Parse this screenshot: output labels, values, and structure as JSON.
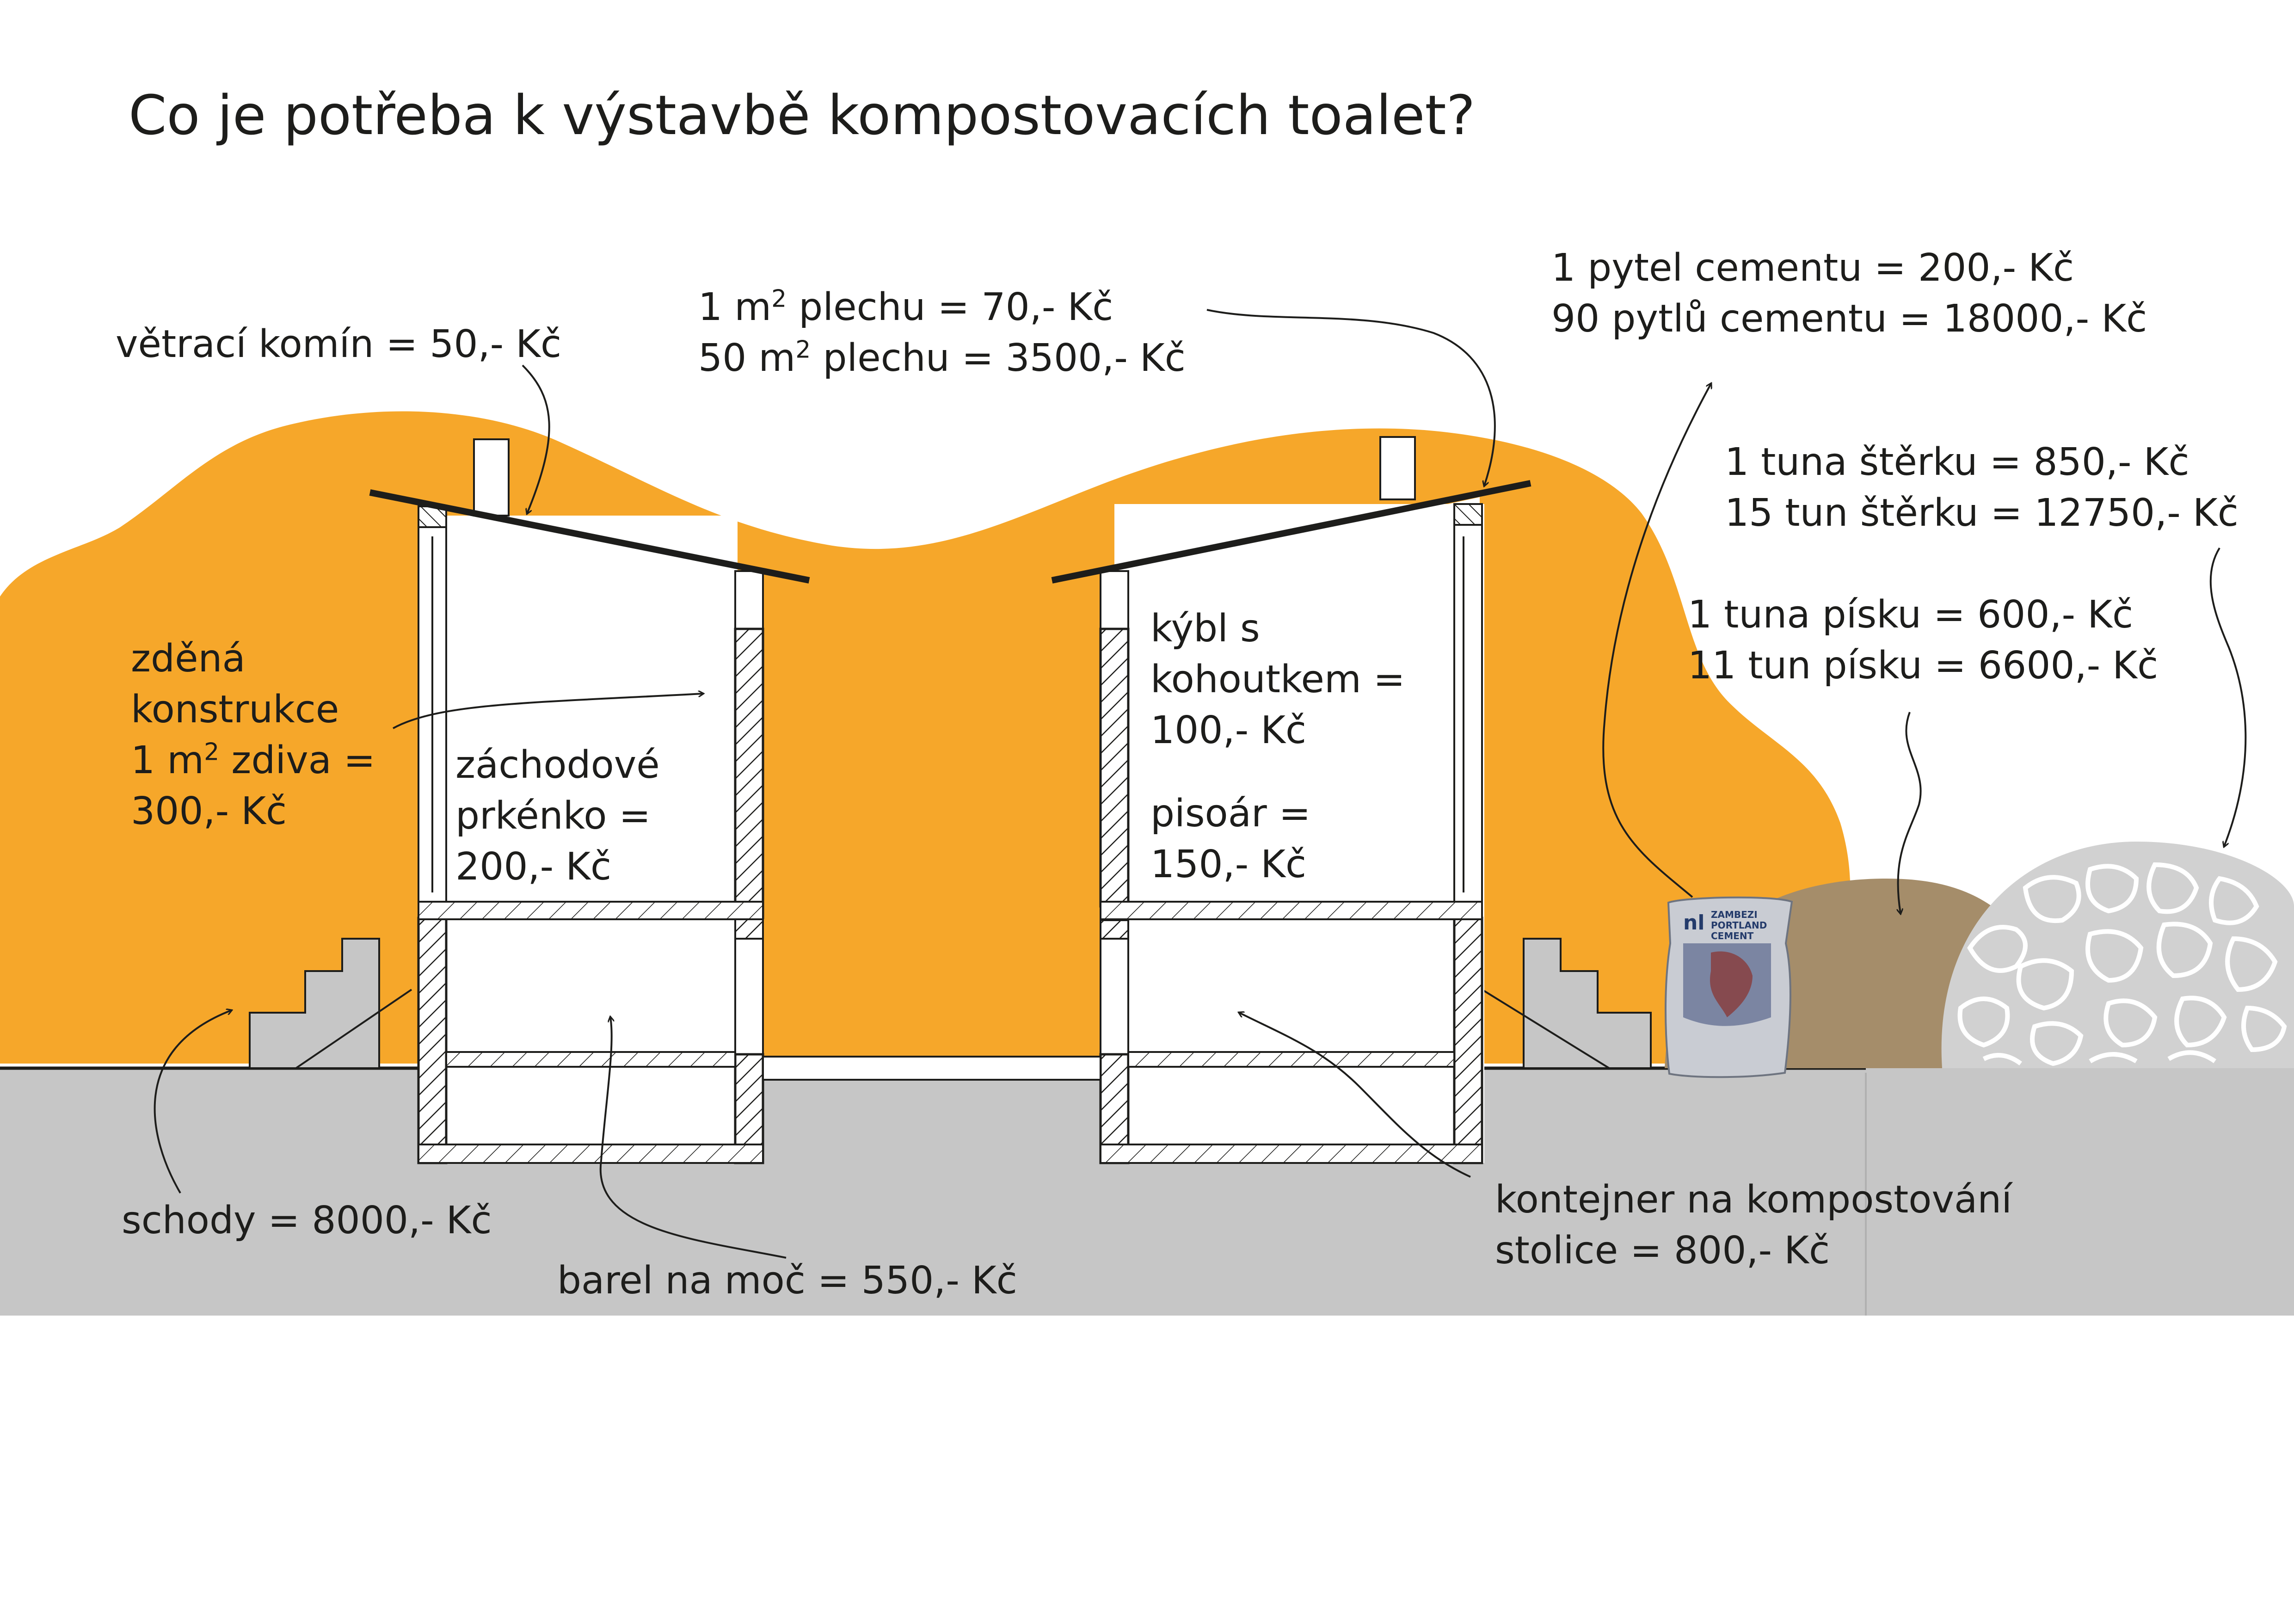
{
  "title": "Co je potřeba k výstavbě kompostovacích toalet?",
  "colors": {
    "background_blob": "#f6a72a",
    "ground": "#c6c6c6",
    "sand_mound": "#a58d6a",
    "gravel_mound": "#d1d1d1",
    "ink": "#1d1d1b"
  },
  "labels": {
    "vetraci_komin": "větrací komín = 50,- Kč",
    "plech_1": "1 m",
    "plech_1_sup": "2",
    "plech_1_rest": " plechu = 70,- Kč",
    "plech_50": "50 m",
    "plech_50_sup": "2",
    "plech_50_rest": " plechu = 3500,- Kč",
    "cement_1": "1 pytel cementu = 200,- Kč",
    "cement_90": "90 pytlů cementu = 18000,- Kč",
    "sterk_1": "1 tuna štěrku = 850,- Kč",
    "sterk_15": "15 tun štěrku = 12750,- Kč",
    "pisek_1": "1 tuna písku = 600,- Kč",
    "pisek_11": "11 tun písku = 6600,- Kč",
    "zdena_1": "zděná",
    "zdena_2": "konstrukce",
    "zdena_3a": "1 m",
    "zdena_3sup": "2",
    "zdena_3b": " zdiva =",
    "zdena_4": "300,- Kč",
    "prkenko_1": "záchodové",
    "prkenko_2": "prkénko =",
    "prkenko_3": "200,- Kč",
    "kybl_1": "kýbl s",
    "kybl_2": "kohoutkem =",
    "kybl_3": "100,- Kč",
    "pisoar_1": "pisoár =",
    "pisoar_2": "150,- Kč",
    "schody": "schody = 8000,- Kč",
    "barel": "barel na moč = 550,- Kč",
    "kontejner_1": "kontejner na kompostování",
    "kontejner_2": "stolice = 800,- Kč"
  },
  "cement_bag": {
    "line1": "ZAMBEZI",
    "line2": "PORTLAND",
    "line3": "CEMENT"
  },
  "icons": [
    "cement-bag-icon",
    "sand-pile-icon",
    "gravel-pile-icon",
    "arrow-icon"
  ]
}
